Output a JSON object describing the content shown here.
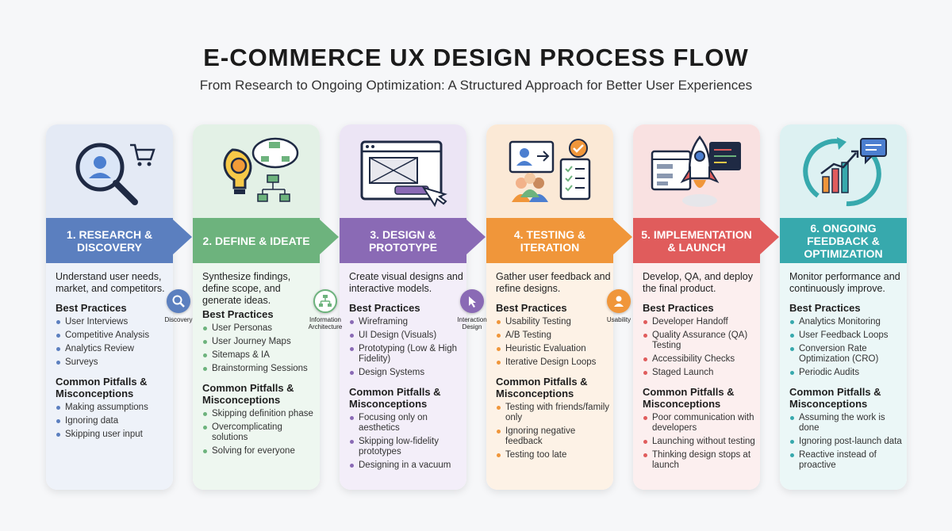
{
  "header": {
    "title": "E-COMMERCE UX DESIGN PROCESS FLOW",
    "subtitle": "From Research to Ongoing Optimization: A Structured Approach for Better User Experiences"
  },
  "colors": {
    "step1": "#5b7fbf",
    "step2": "#6db37d",
    "step3": "#8a6ab5",
    "step4": "#f0963a",
    "step5": "#e05c5c",
    "step6": "#37a9ad"
  },
  "steps": [
    {
      "title": "1. RESEARCH & DISCOVERY",
      "icon": "magnifier-user-cart-icon",
      "description": "Understand user needs, market, and competitors.",
      "best_label": "Best Practices",
      "best": [
        "User Interviews",
        "Competitive Analysis",
        "Analytics Review",
        "Surveys"
      ],
      "pitfalls_label": "Common Pitfalls & Misconceptions",
      "pitfalls": [
        "Making assumptions",
        "Ignoring data",
        "Skipping user input"
      ]
    },
    {
      "title": "2. DEFINE & IDEATE",
      "icon": "lightbulb-gear-flowchart-icon",
      "description": "Synthesize findings, define scope, and generate ideas.",
      "best_label": "Best Practices",
      "best": [
        "User Personas",
        "User Journey Maps",
        "Sitemaps & IA",
        "Brainstorming Sessions"
      ],
      "pitfalls_label": "Common Pitfalls & Misconceptions",
      "pitfalls": [
        "Skipping definition phase",
        "Overcomplicating solutions",
        "Solving for everyone"
      ]
    },
    {
      "title": "3. DESIGN & PROTOTYPE",
      "icon": "wireframe-browser-icon",
      "description": "Create visual designs and interactive models.",
      "best_label": "Best Practices",
      "best": [
        "Wireframing",
        "UI Design (Visuals)",
        "Prototyping (Low & High Fidelity)",
        "Design Systems"
      ],
      "pitfalls_label": "Common Pitfalls & Misconceptions",
      "pitfalls": [
        "Focusing only on aesthetics",
        "Skipping low-fidelity prototypes",
        "Designing in a vacuum"
      ]
    },
    {
      "title": "4. TESTING & ITERATION",
      "icon": "users-checklist-icon",
      "description": "Gather user feedback and refine designs.",
      "best_label": "Best Practices",
      "best": [
        "Usability Testing",
        "A/B Testing",
        "Heuristic Evaluation",
        "Iterative Design Loops"
      ],
      "pitfalls_label": "Common Pitfalls & Misconceptions",
      "pitfalls": [
        "Testing with friends/family only",
        "Ignoring negative feedback",
        "Testing too late"
      ]
    },
    {
      "title": "5. IMPLEMENTATION & LAUNCH",
      "icon": "rocket-code-icon",
      "description": "Develop, QA, and deploy the final product.",
      "best_label": "Best Practices",
      "best": [
        "Developer Handoff",
        "Quality Assurance (QA) Testing",
        "Accessibility Checks",
        "Staged Launch"
      ],
      "pitfalls_label": "Common Pitfalls & Misconceptions",
      "pitfalls": [
        "Poor communication with developers",
        "Launching without testing",
        "Thinking design stops at launch"
      ]
    },
    {
      "title": "6. ONGOING FEEDBACK & OPTIMIZATION",
      "icon": "cycle-chart-feedback-icon",
      "description": "Monitor performance and continuously improve.",
      "best_label": "Best Practices",
      "best": [
        "Analytics Monitoring",
        "User Feedback Loops",
        "Conversion Rate Optimization (CRO)",
        "Periodic Audits"
      ],
      "pitfalls_label": "Common Pitfalls & Misconceptions",
      "pitfalls": [
        "Assuming the work is done",
        "Ignoring post-launch data",
        "Reactive instead of proactive"
      ]
    }
  ],
  "connectors": [
    {
      "label": "Discovery",
      "icon": "discovery-magnifier-icon"
    },
    {
      "label": "Information Architecture",
      "icon": "sitemap-icon"
    },
    {
      "label": "Interaction Design",
      "icon": "cursor-click-icon"
    },
    {
      "label": "Usability",
      "icon": "usability-user-icon"
    }
  ]
}
